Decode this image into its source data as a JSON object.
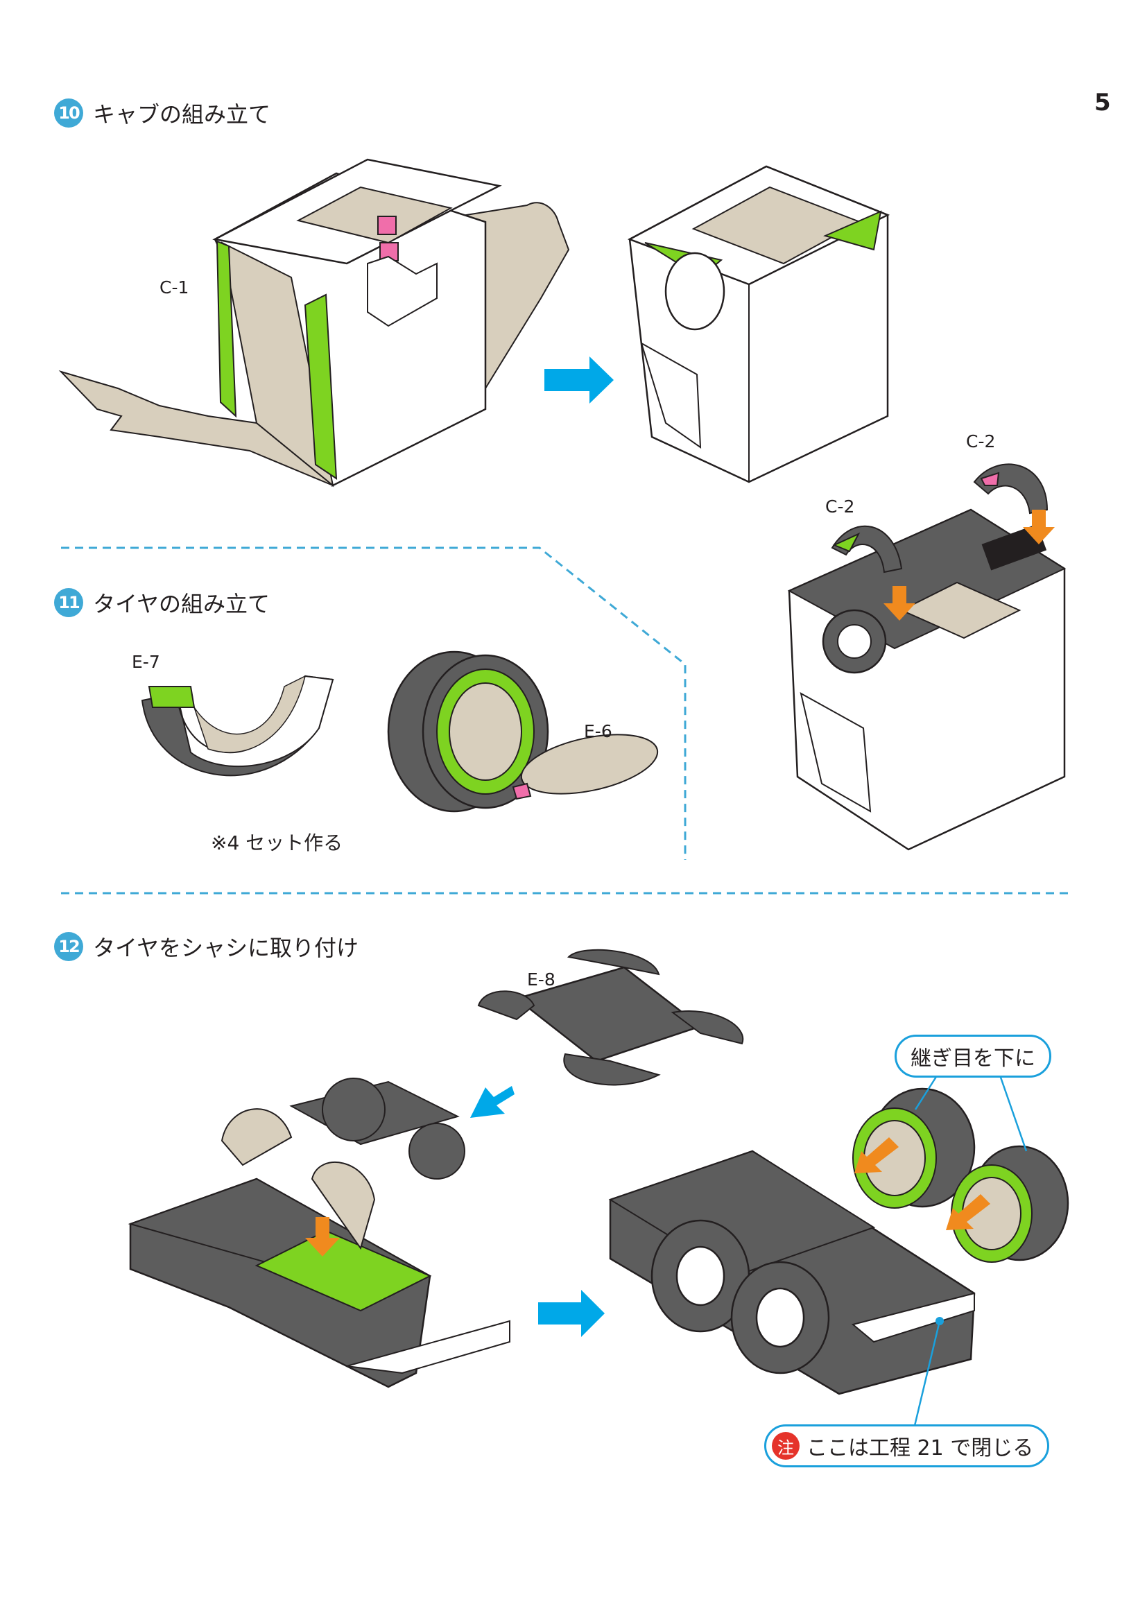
{
  "page_number": "5",
  "steps": [
    {
      "number": "10",
      "title": "キャブの組み立て"
    },
    {
      "number": "11",
      "title": "タイヤの組み立て"
    },
    {
      "number": "12",
      "title": "タイヤをシャシに取り付け"
    }
  ],
  "part_labels": {
    "c1": "C-1",
    "c2_right": "C-2",
    "c2_left": "C-2",
    "e7": "E-7",
    "e6": "E-6",
    "e8": "E-8"
  },
  "notes": {
    "sets": "※4 セット作る"
  },
  "callouts": {
    "seam_down": "継ぎ目を下に",
    "warning_badge": "注",
    "close_later": "ここは工程 21 で閉じる"
  },
  "colors": {
    "badge_blue": "#3fa9d6",
    "arrow_blue": "#00a8e8",
    "arrow_orange": "#f08a1e",
    "glue_green": "#7ed321",
    "glue_pink": "#f06eaa",
    "card_beige": "#d8cfbd",
    "part_gray": "#5d5d5d",
    "warn_red": "#e5332a",
    "divider": "#3fa9d6"
  }
}
